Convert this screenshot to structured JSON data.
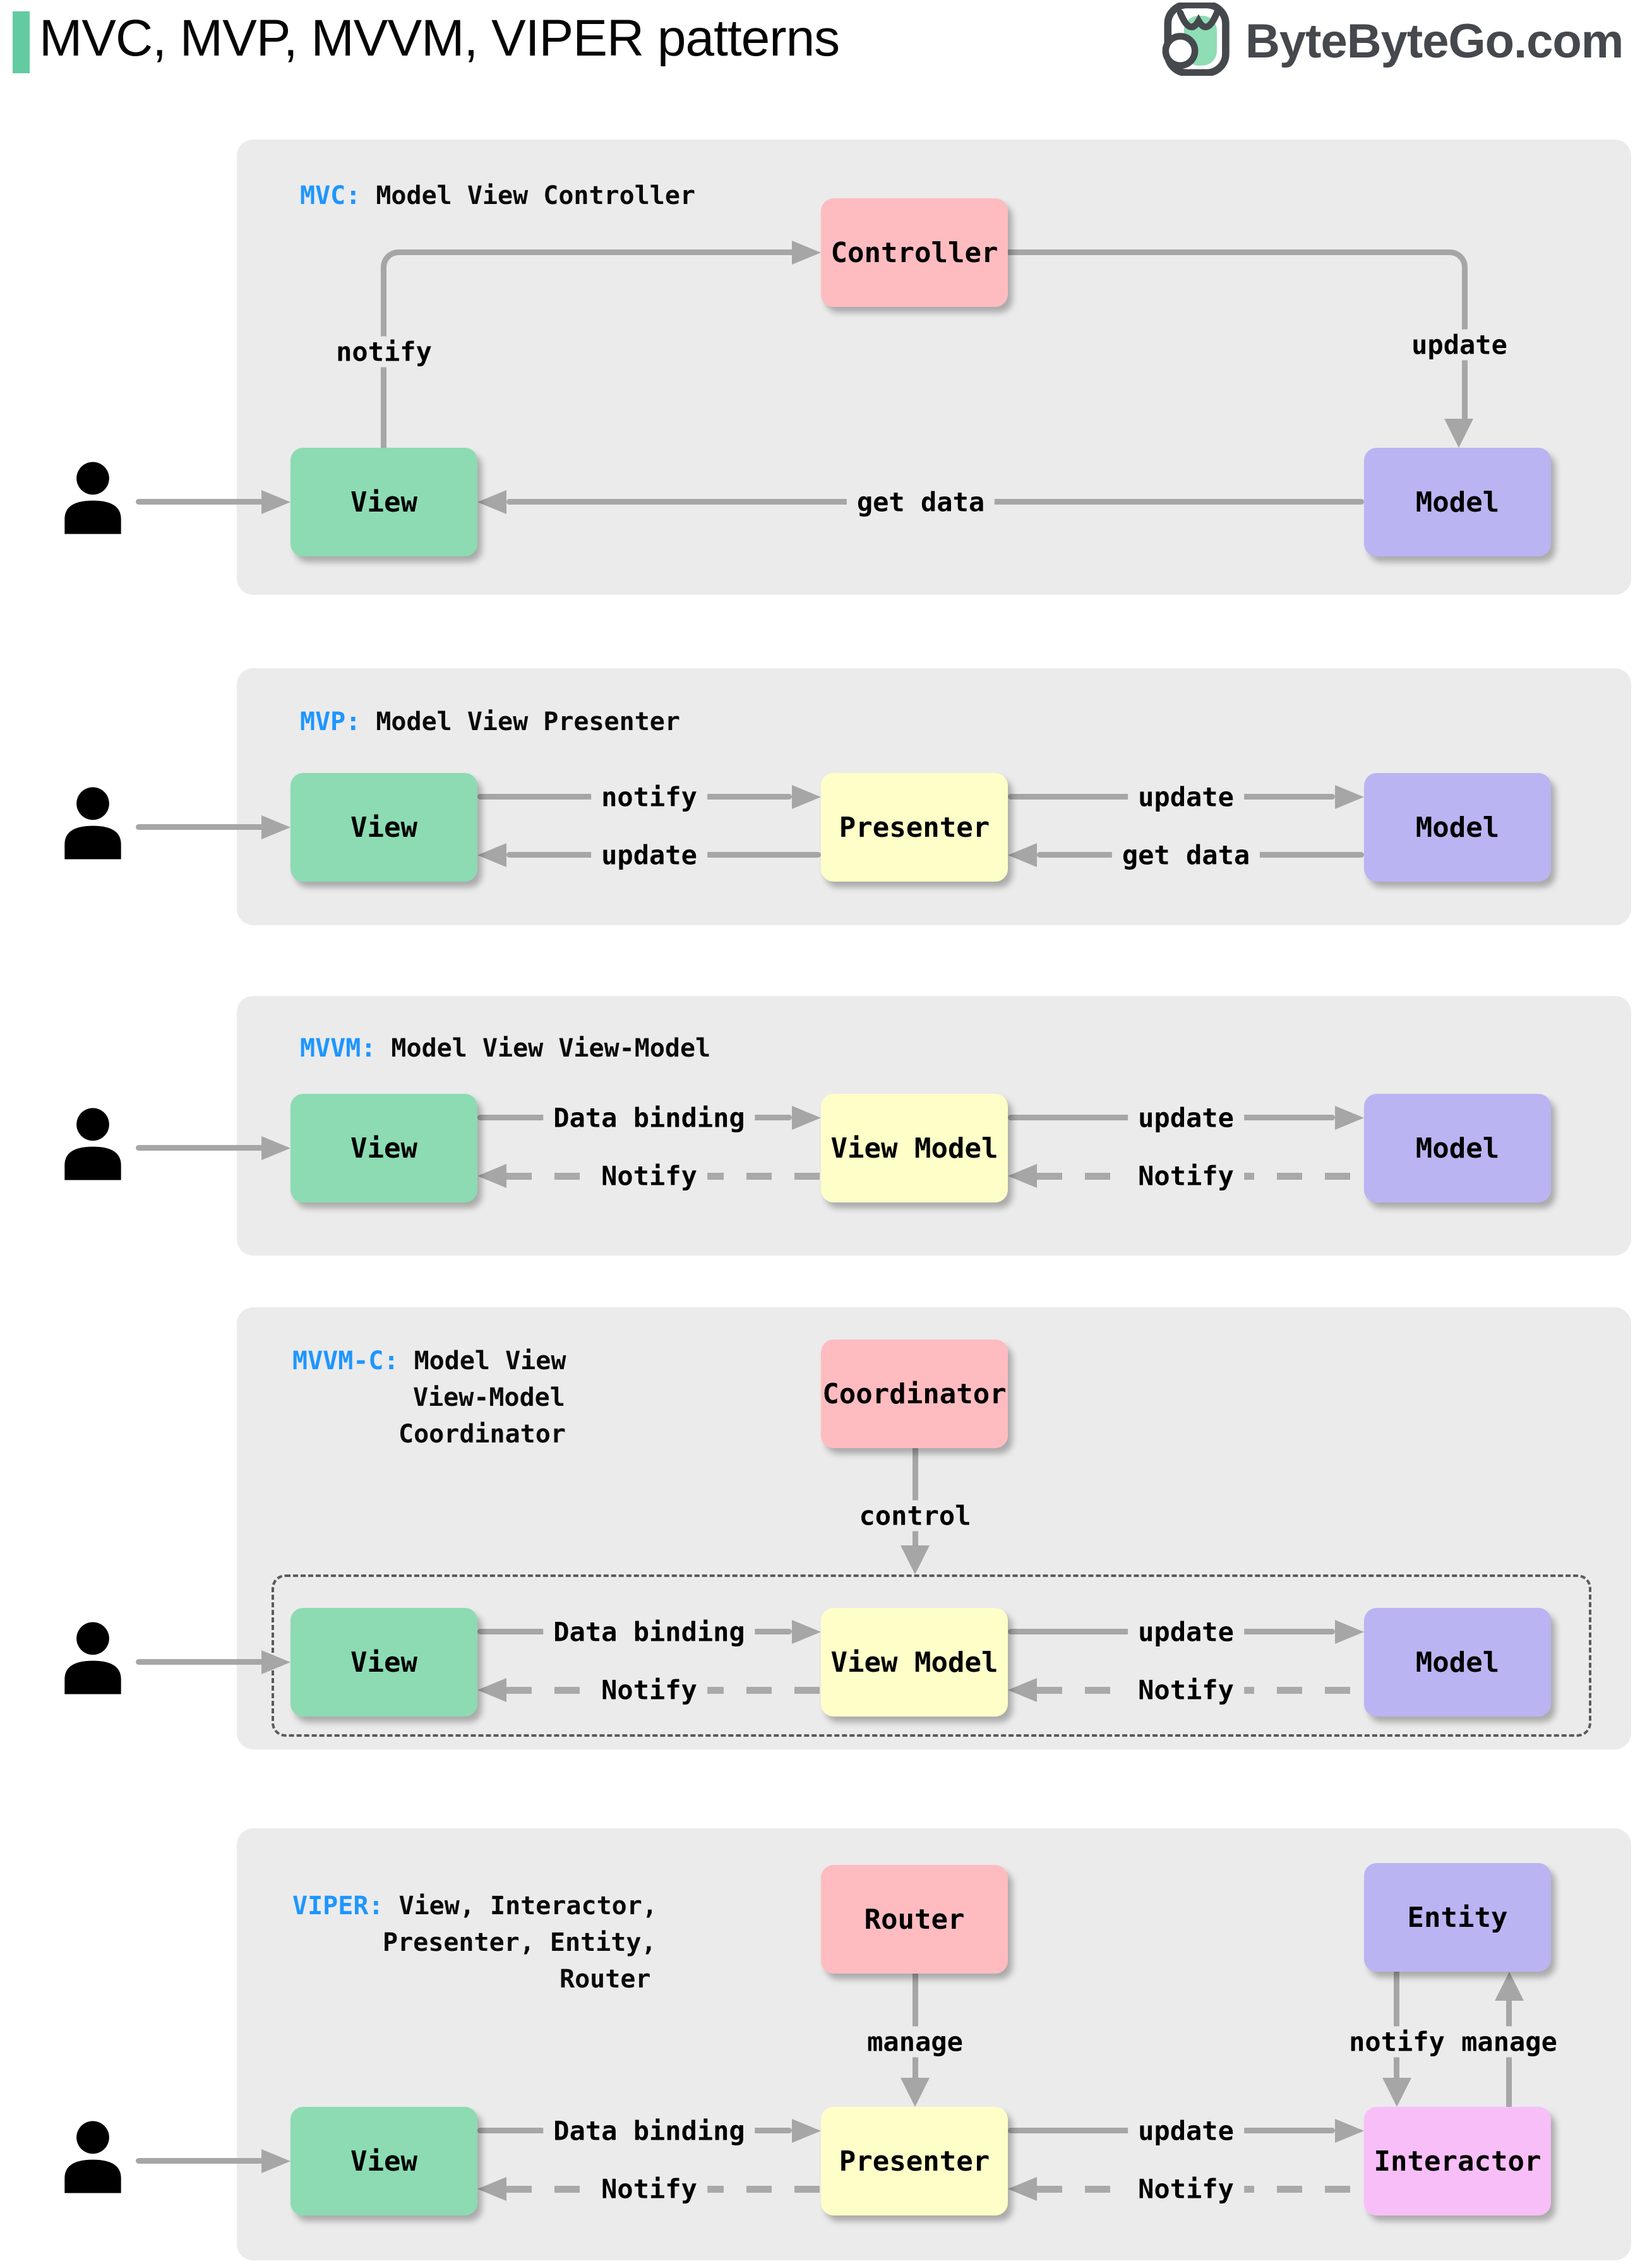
{
  "header": {
    "title": "MVC, MVP, MVVM, VIPER patterns",
    "logo_text": "ByteByteGo.com"
  },
  "colors": {
    "panel_bg": "#EBEBEB",
    "accent_blue": "#1E96FF",
    "title_bar_green": "#63CBA1",
    "box_green": "#8CDBB2",
    "box_pink": "#FFBCC0",
    "box_yellow": "#FEFEC8",
    "box_purple": "#BAB4F2",
    "box_magenta": "#F8BEF8",
    "arrow_gray": "#A6A6A6",
    "logo_dark": "#45484D"
  },
  "panels": {
    "mvc": {
      "acronym": "MVC:",
      "name": "Model View Controller",
      "boxes": {
        "controller": "Controller",
        "view": "View",
        "model": "Model"
      },
      "labels": {
        "notify": "notify",
        "update": "update",
        "get_data": "get data"
      }
    },
    "mvp": {
      "acronym": "MVP:",
      "name": "Model View Presenter",
      "boxes": {
        "view": "View",
        "presenter": "Presenter",
        "model": "Model"
      },
      "labels": {
        "notify": "notify",
        "update_to_model": "update",
        "update_to_view": "update",
        "get_data": "get data"
      }
    },
    "mvvm": {
      "acronym": "MVVM:",
      "name": "Model View View-Model",
      "boxes": {
        "view": "View",
        "view_model": "View Model",
        "model": "Model"
      },
      "labels": {
        "data_binding": "Data binding",
        "notify_to_view": "Notify",
        "update": "update",
        "notify_to_view_model": "Notify"
      }
    },
    "mvvm_c": {
      "acronym": "MVVM-C:",
      "name_line1": "Model View",
      "name_line2": "View-Model",
      "name_line3": "Coordinator",
      "boxes": {
        "coordinator": "Coordinator",
        "view": "View",
        "view_model": "View Model",
        "model": "Model"
      },
      "labels": {
        "control": "control",
        "data_binding": "Data binding",
        "notify_to_view": "Notify",
        "update": "update",
        "notify_to_view_model": "Notify"
      }
    },
    "viper": {
      "acronym": "VIPER:",
      "name_line1": "View, Interactor,",
      "name_line2": "Presenter, Entity,",
      "name_line3": "Router",
      "boxes": {
        "router": "Router",
        "entity": "Entity",
        "view": "View",
        "presenter": "Presenter",
        "interactor": "Interactor"
      },
      "labels": {
        "manage_router": "manage",
        "notify_entity": "notify",
        "manage_interactor": "manage",
        "data_binding": "Data binding",
        "notify_to_view": "Notify",
        "update": "update",
        "notify_to_presenter": "Notify"
      }
    }
  }
}
